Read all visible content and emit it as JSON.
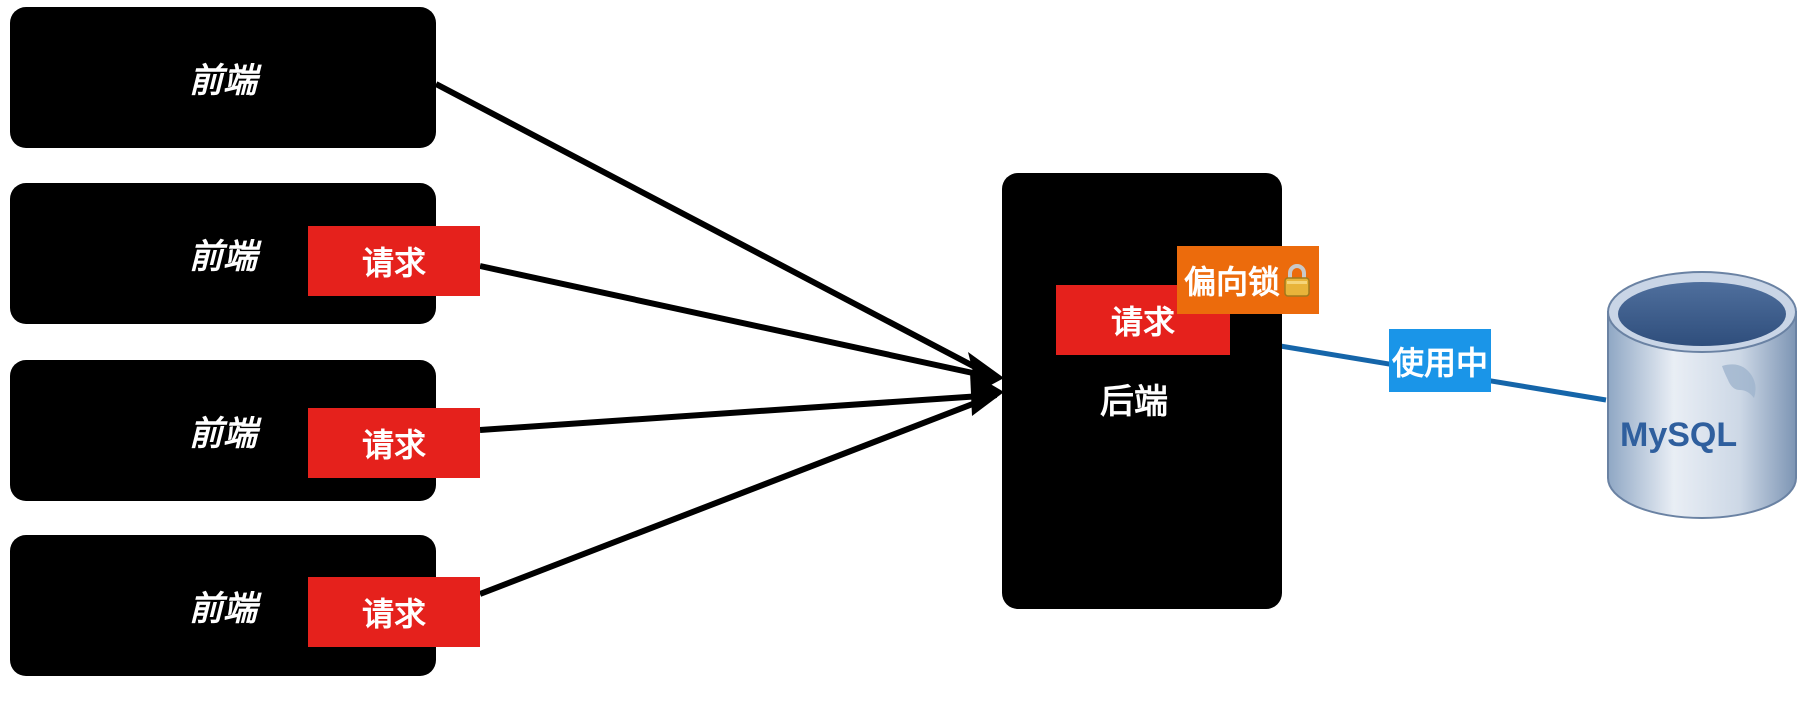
{
  "frontends": [
    {
      "label": "前端",
      "request": ""
    },
    {
      "label": "前端",
      "request": "请求"
    },
    {
      "label": "前端",
      "request": "请求"
    },
    {
      "label": "前端",
      "request": "请求"
    }
  ],
  "backend": {
    "label": "后端",
    "request": "请求",
    "lock_tag": "偏向锁"
  },
  "connection": {
    "status": "使用中"
  },
  "database": {
    "logo_text": "MySQL",
    "icon": "mysql-database-icon"
  },
  "colors": {
    "box": "#000000",
    "request": "#e5211c",
    "lock_tag": "#ec6b0c",
    "inuse_tag": "#1a95e8",
    "connection_line": "#1565a9"
  }
}
